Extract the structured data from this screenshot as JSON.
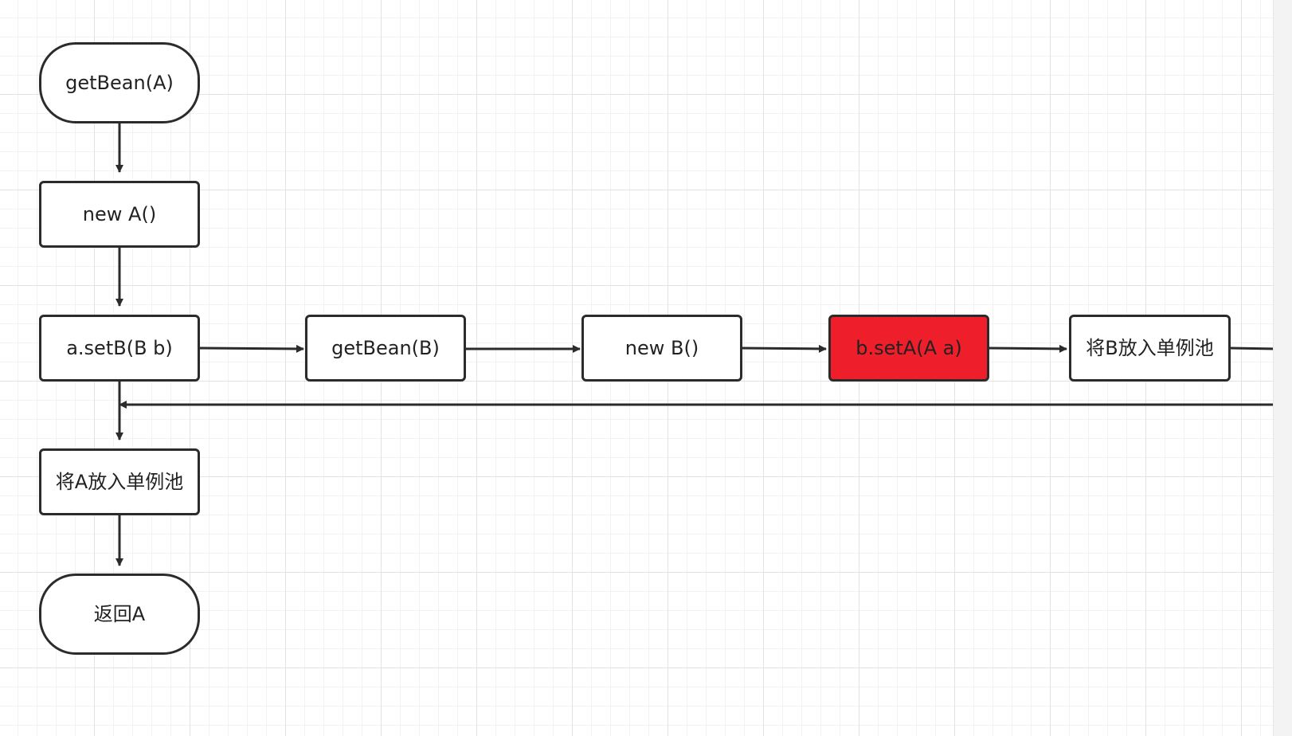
{
  "nodes": {
    "get_bean_a": "getBean(A)",
    "new_a": "new A()",
    "set_b": "a.setB(B b)",
    "get_bean_b": "getBean(B)",
    "new_b": "new B()",
    "set_a": "b.setA(A a)",
    "put_b_singleton": "将B放入单例池",
    "put_a_singleton": "将A放入单例池",
    "return_a": "返回A"
  },
  "colors": {
    "stroke": "#2b2b2b",
    "highlight_fill": "#ee1f2a",
    "grid_major": "#e3e3e3",
    "grid_minor": "#f2f2f2"
  }
}
